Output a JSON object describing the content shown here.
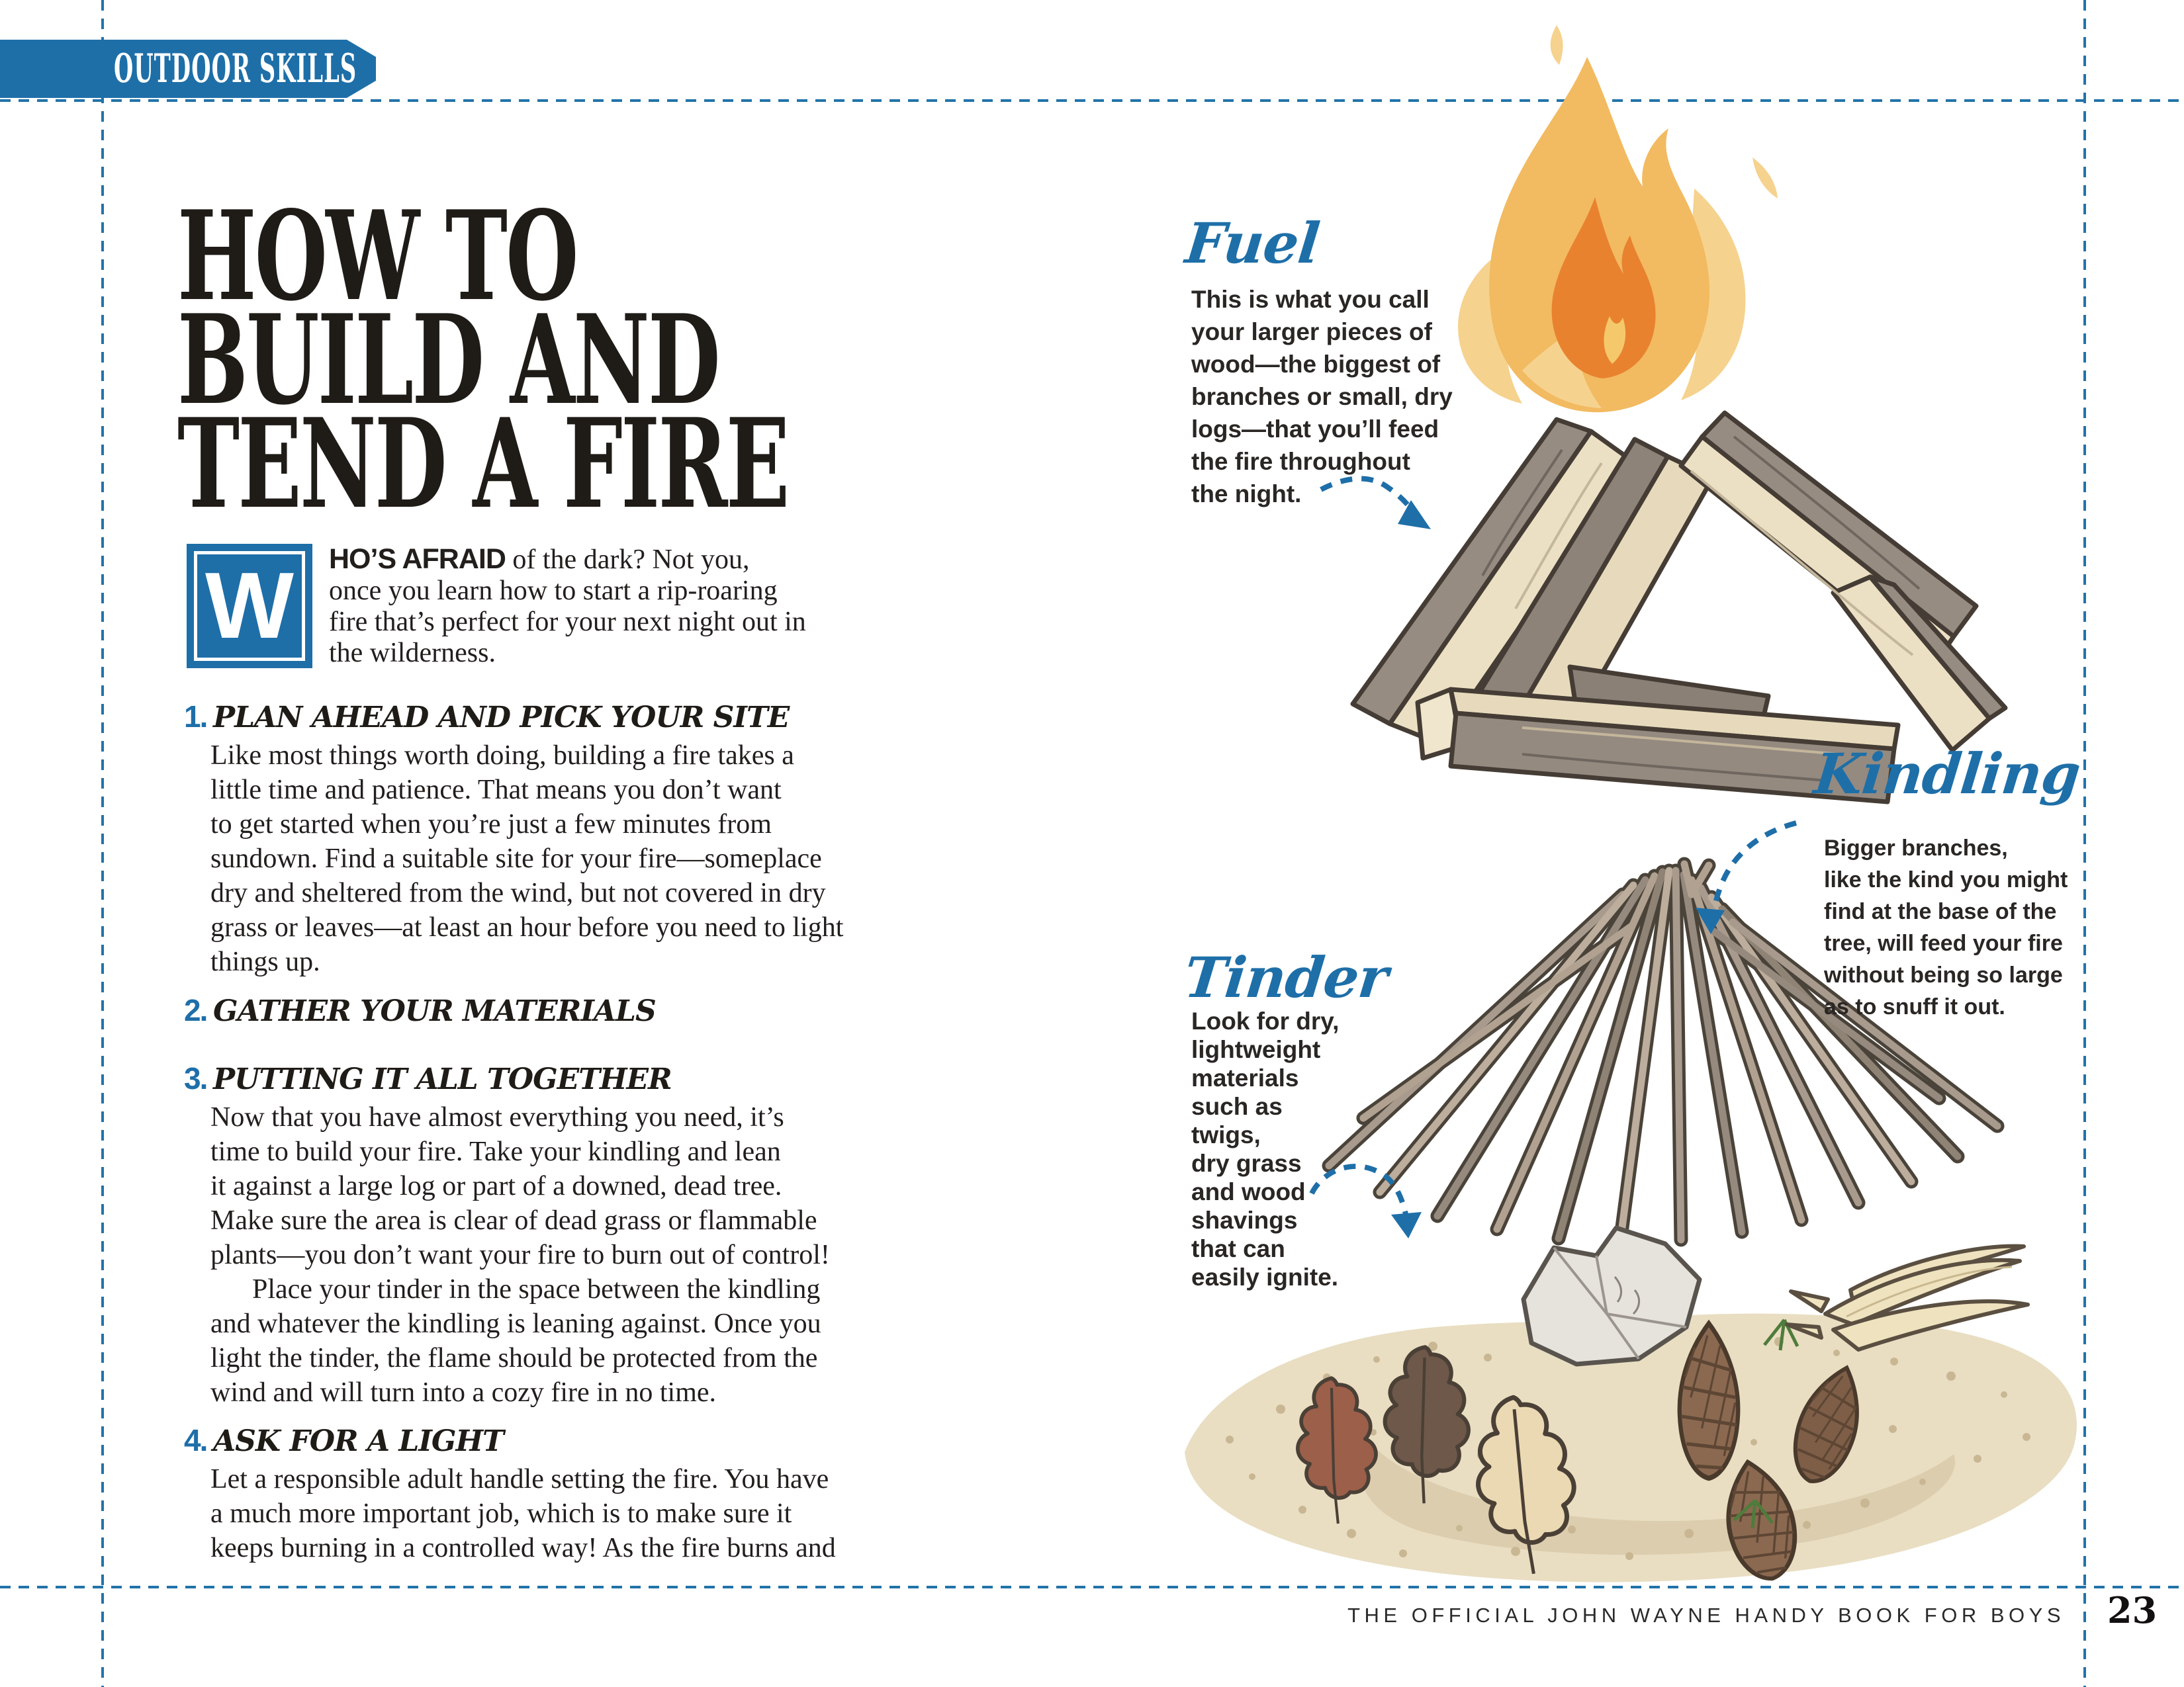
{
  "badge": {
    "label": "OUTDOOR SKILLS"
  },
  "title": {
    "line1": "HOW TO",
    "line2": "BUILD AND",
    "line3": "TEND A FIRE"
  },
  "intro": {
    "dropcap": "W",
    "lead": "HO’S AFRAID",
    "first_line_rest": " of the dark? Not you,",
    "rest": "once you learn how to start a rip-roaring\nfire that’s perfect for your next night out in\nthe wilderness."
  },
  "steps": [
    {
      "num": "1.",
      "heading": "PLAN AHEAD AND PICK YOUR SITE",
      "body": "Like most things worth doing, building a fire takes a\nlittle time and patience. That means you don’t want\nto get started when you’re just a few minutes from\nsundown. Find a suitable site for your fire—someplace\ndry and sheltered from the wind, but not covered in dry\ngrass or leaves—at least an hour before you need to light\nthings up."
    },
    {
      "num": "2.",
      "heading": "GATHER YOUR MATERIALS",
      "body": ""
    },
    {
      "num": "3.",
      "heading": "PUTTING IT ALL TOGETHER",
      "body": "Now that you have almost everything you need, it’s\ntime to build your fire. Take your kindling and lean\nit against a large log or part of a downed, dead tree.\nMake sure the area is clear of dead grass or flammable\nplants—you don’t want your fire to burn out of control!\n  Place your tinder in the space between the kindling\nand whatever the kindling is leaning against. Once you\nlight the tinder, the flame should be protected from the\nwind and will turn into a cozy fire in no time."
    },
    {
      "num": "4.",
      "heading": "ASK FOR A LIGHT",
      "body": "Let a responsible adult handle setting the fire. You have\na much more important job, which is to make sure it\nkeeps burning in a controlled way! As the fire burns and"
    }
  ],
  "annotations": {
    "fuel": {
      "label": "Fuel",
      "text": "This is what you call\nyour larger pieces of\nwood—the biggest of\nbranches or small, dry\nlogs—that you’ll feed\nthe fire throughout\nthe night."
    },
    "kindling": {
      "label": "Kindling",
      "text": "Bigger branches,\nlike the kind you might\nfind at the base of the\ntree, will feed your fire\nwithout being so large\nas to snuff it out."
    },
    "tinder": {
      "label": "Tinder",
      "text": "Look for dry,\nlightweight\nmaterials\nsuch as\ntwigs,\ndry grass\nand wood\nshavings\nthat can\neasily ignite."
    }
  },
  "footer": {
    "book_title": "THE OFFICIAL JOHN WAYNE HANDY BOOK FOR BOYS",
    "page_number": "23"
  },
  "palette": {
    "brand_blue": "#1E6FA8",
    "text_black": "#221E1C",
    "flame_gold": "#F2BA61",
    "flame_light": "#F6D28F",
    "flame_orange": "#E8822F",
    "log_cream": "#ECE0C4",
    "log_bark": "#978C82",
    "stick_brown": "#A89B8E",
    "sand": "#E9DEC2",
    "sand_shadow": "#D8CAAA"
  }
}
